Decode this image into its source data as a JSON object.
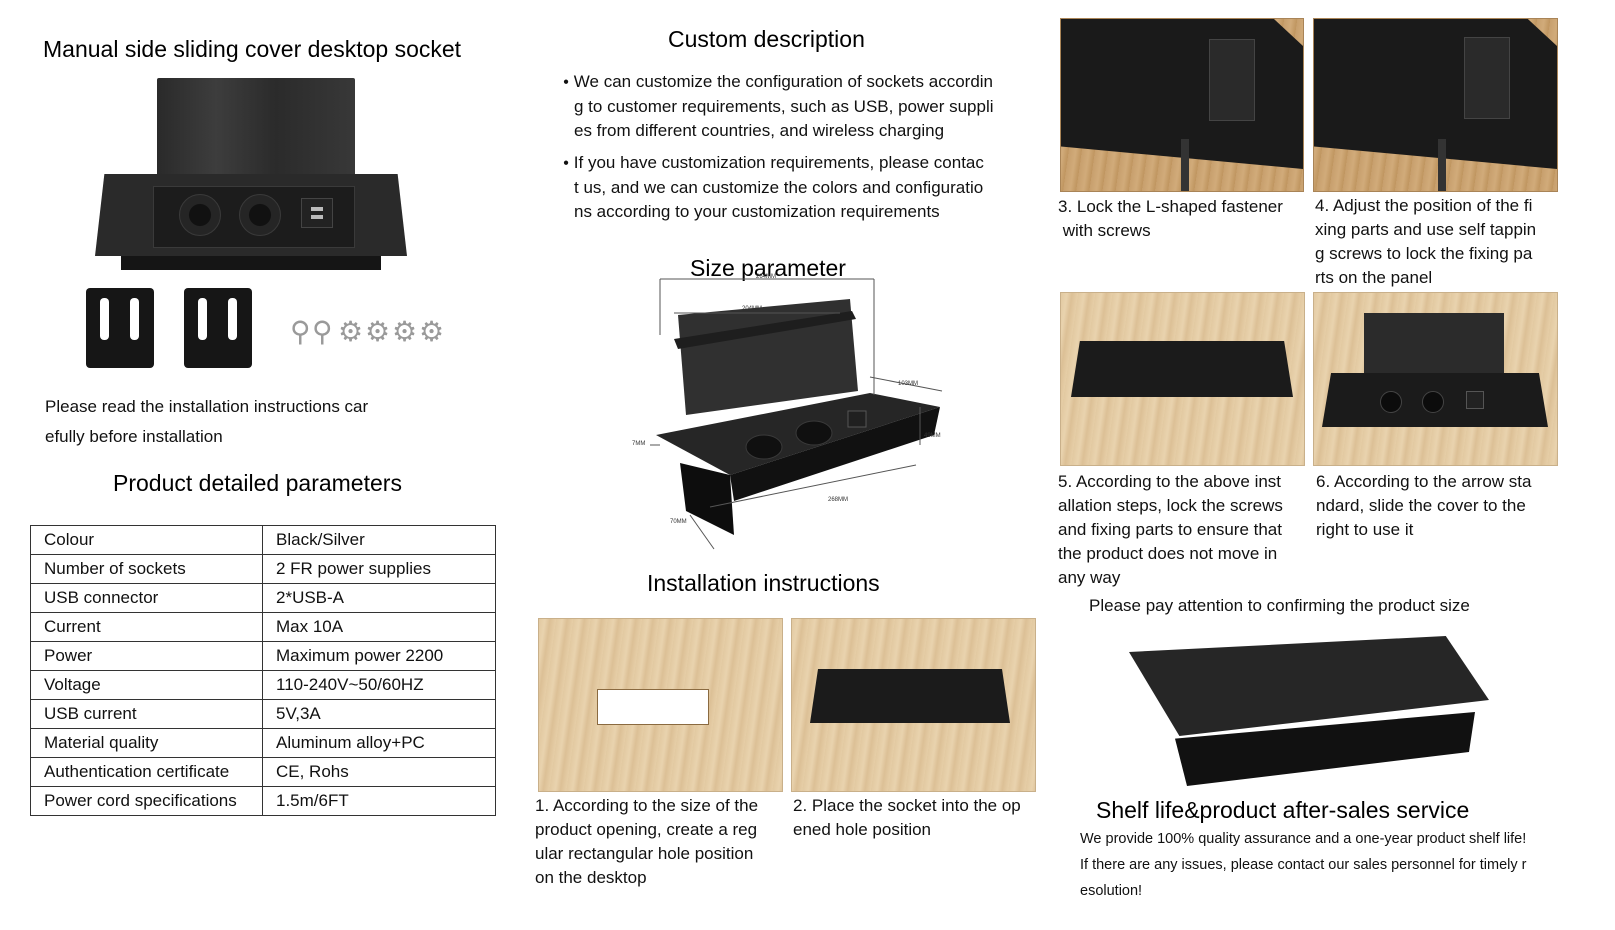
{
  "left": {
    "title": "Manual side sliding cover desktop socket",
    "note_line1": "Please read the installation instructions car",
    "note_line2": "efully before installation",
    "params_title": "Product detailed parameters",
    "params": [
      {
        "label": "Colour",
        "value": "Black/Silver"
      },
      {
        "label": "Number of sockets",
        "value": "2 FR power supplies"
      },
      {
        "label": "USB connector",
        "value": "2*USB-A"
      },
      {
        "label": "Current",
        "value": "Max 10A"
      },
      {
        "label": "Power",
        "value": "Maximum power 2200"
      },
      {
        "label": "Voltage",
        "value": "110-240V~50/60HZ"
      },
      {
        "label": "USB current",
        "value": "5V,3A"
      },
      {
        "label": "Material quality",
        "value": "Aluminum alloy+PC"
      },
      {
        "label": "Authentication certificate",
        "value": "CE, Rohs"
      },
      {
        "label": "Power cord specifications",
        "value": "1.5m/6FT"
      }
    ]
  },
  "middle": {
    "custom_title": "Custom description",
    "bullet1": [
      "We can customize the configuration of sockets accordin",
      "g to customer requirements, such as USB, power suppli",
      "es from different countries, and wireless charging"
    ],
    "bullet2": [
      "If you have customization requirements, please contac",
      "t us, and we can customize the colors and configuratio",
      "ns according to your customization requirements"
    ],
    "size_title": "Size parameter",
    "dims": {
      "d1": "264MM",
      "d2": "204MM",
      "d3": "103MM",
      "d4": "49MM",
      "d5": "7MM",
      "d6": "268MM",
      "d7": "70MM"
    },
    "install_title": "Installation instructions",
    "step1": [
      "1. According to the size of the",
      "product opening, create a reg",
      "ular rectangular hole position",
      "on the desktop"
    ],
    "step2": [
      "2. Place the socket into the op",
      "ened hole position"
    ]
  },
  "right": {
    "step3": [
      "3. Lock the L-shaped fastener",
      " with screws"
    ],
    "step4": [
      "4. Adjust the position of the fi",
      "xing parts and use self tappin",
      "g screws to lock the fixing pa",
      "rts on the panel"
    ],
    "step5": [
      "5. According to the above inst",
      "allation steps, lock the screws",
      "and fixing parts to ensure that",
      "the product does not move in",
      "any way"
    ],
    "step6": [
      "6. According to the arrow sta",
      "ndard, slide the cover to the",
      "right to use it"
    ],
    "attention": "Please pay attention to confirming the product size",
    "service_title": "Shelf life&product after-sales service",
    "service1": "We provide 100% quality assurance and a one-year product shelf life!",
    "service2": "If there are any issues, please contact our sales personnel for timely r",
    "service3": "esolution!"
  }
}
